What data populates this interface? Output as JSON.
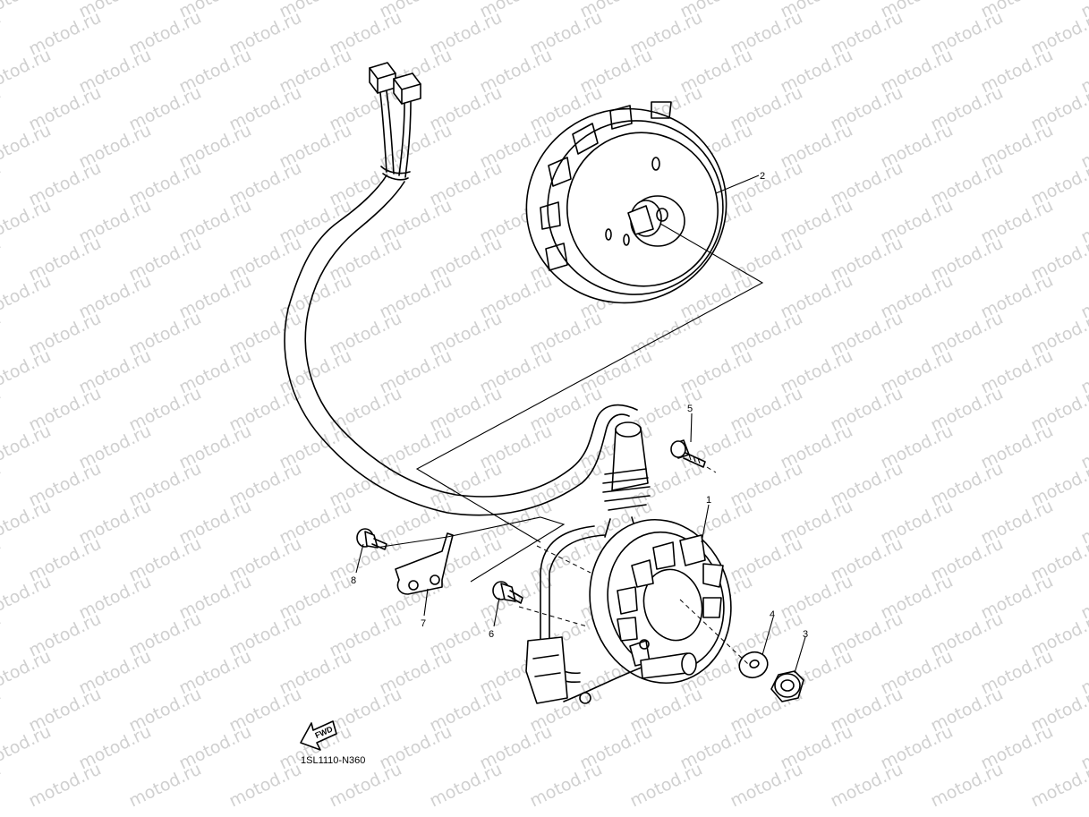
{
  "watermark": {
    "text": "motod.ru",
    "color": "#d0d0d0"
  },
  "diagram": {
    "code": "1SL1110-N360",
    "fwd_label": "FWD",
    "callouts": [
      {
        "id": "stator",
        "label": "1"
      },
      {
        "id": "rotor",
        "label": "2"
      },
      {
        "id": "nut",
        "label": "3"
      },
      {
        "id": "washer",
        "label": "4"
      },
      {
        "id": "bolt-top",
        "label": "5"
      },
      {
        "id": "bolt-stator",
        "label": "6"
      },
      {
        "id": "clamp",
        "label": "7"
      },
      {
        "id": "bolt-clamp",
        "label": "8"
      }
    ]
  }
}
